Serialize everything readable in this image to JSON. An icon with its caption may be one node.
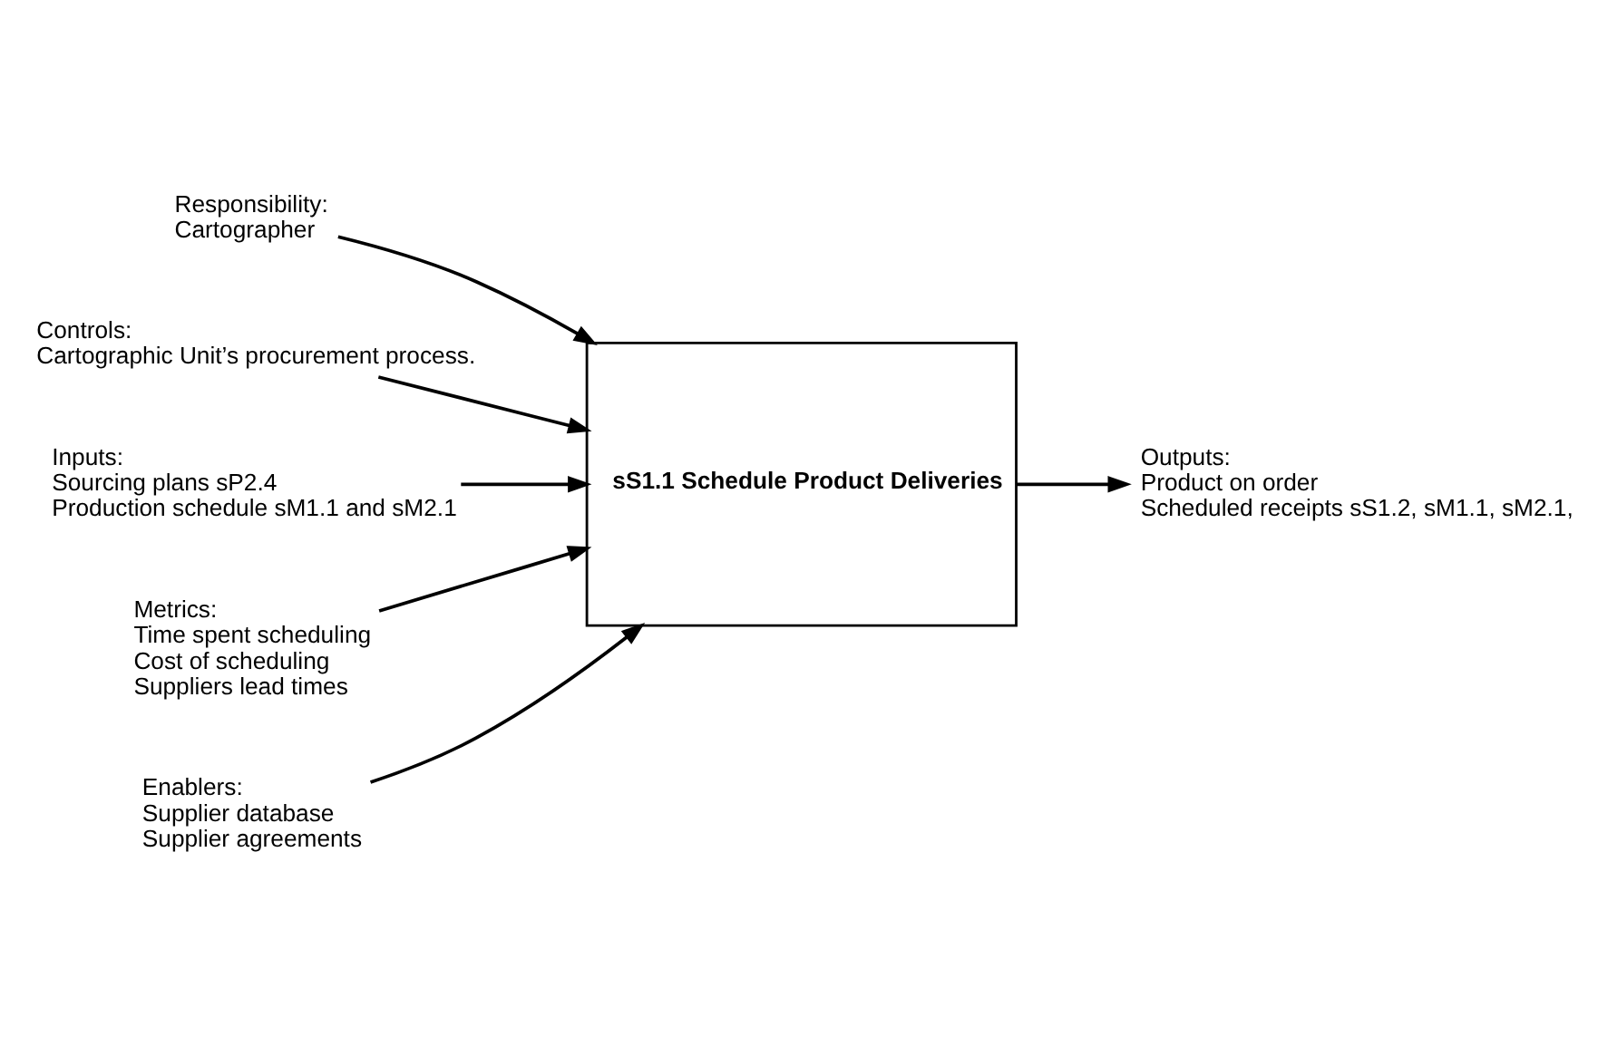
{
  "diagram": {
    "nodes": [
      {
        "text": [
          "sS1.1 Schedule Product Deliveries"
        ]
      },
      {
        "text": [
          "Responsibility:",
          "Cartographer"
        ]
      },
      {
        "text": [
          "Controls:",
          "Cartographic Unit’s procurement process."
        ]
      },
      {
        "text": [
          "Inputs:",
          "Sourcing plans sP2.4",
          "Production schedule sM1.1 and sM2.1"
        ]
      },
      {
        "text": [
          "Outputs:",
          "Product on order",
          "Scheduled receipts sS1.2, sM1.1, sM2.1,"
        ]
      },
      {
        "text": [
          "Metrics:",
          "Time spent scheduling",
          "Cost of scheduling",
          "Suppliers lead times"
        ]
      },
      {
        "text": [
          "Enablers:",
          "Supplier database",
          "Supplier agreements"
        ]
      }
    ],
    "edges": [
      {
        "from": 1,
        "to": 0,
        "arrow": "to"
      },
      {
        "from": 2,
        "to": 0,
        "arrow": "to"
      },
      {
        "from": 3,
        "to": 0,
        "arrow": "to"
      },
      {
        "from": 0,
        "to": 4,
        "arrow": "to"
      },
      {
        "from": 5,
        "to": 0,
        "arrow": "to"
      },
      {
        "from": 6,
        "to": 0,
        "arrow": "to"
      }
    ]
  }
}
